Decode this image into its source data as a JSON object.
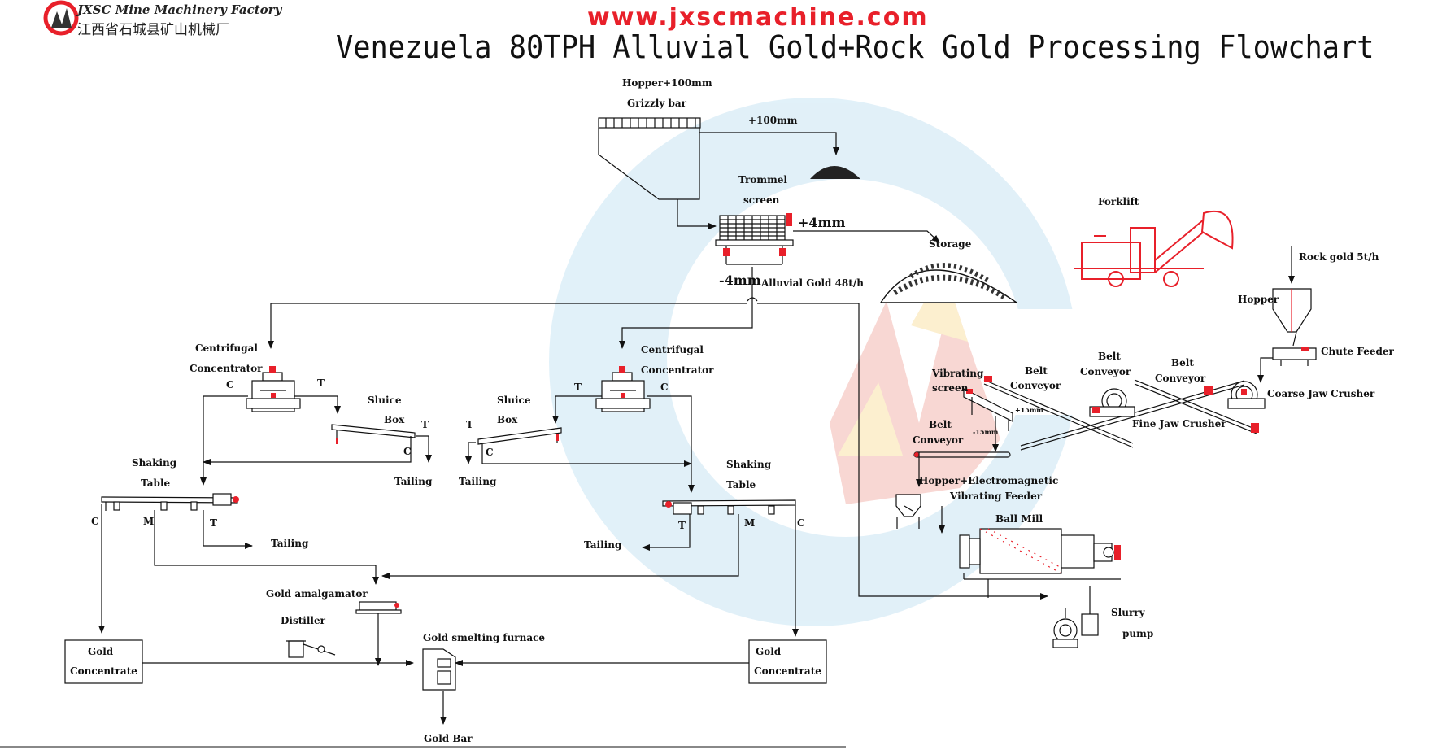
{
  "header": {
    "url": "www.jxscmachine.com",
    "title": "Venezuela 80TPH Alluvial Gold+Rock Gold Processing Flowchart",
    "logo_en": "JXSC Mine Machinery Factory",
    "logo_cn": "江西省石城县矿山机械厂"
  },
  "labels": {
    "hopper_grizzly_1": "Hopper+100mm",
    "hopper_grizzly_2": "Grizzly bar",
    "plus100": "+100mm",
    "trommel_1": "Trommel",
    "trommel_2": "screen",
    "plus4": "+4mm",
    "minus4": "-4mm",
    "alluvial": "Alluvial Gold 48t/h",
    "storage": "Storage",
    "forklift": "Forklift",
    "rock_gold": "Rock gold 5t/h",
    "hopper_right": "Hopper",
    "chute_feeder": "Chute Feeder",
    "coarse_jaw": "Coarse Jaw Crusher",
    "belt_conv_1a": "Belt",
    "belt_conv_1b": "Conveyor",
    "belt_conv_2a": "Belt",
    "belt_conv_2b": "Conveyor",
    "belt_conv_3a": "Belt",
    "belt_conv_3b": "Conveyor",
    "belt_conv_4a": "Belt",
    "belt_conv_4b": "Conveyor",
    "fine_jaw": "Fine Jaw Crusher",
    "vib_screen_1": "Vibrating",
    "vib_screen_2": "screen",
    "minus15": "-15mm",
    "plus15": "+15mm",
    "hopper_em_1": "Hopper+Electromagnetic",
    "hopper_em_2": "Vibrating Feeder",
    "ball_mill": "Ball Mill",
    "slurry_1": "Slurry",
    "slurry_2": "pump",
    "cent_l_1": "Centrifugal",
    "cent_l_2": "Concentrator",
    "cent_r_1": "Centrifugal",
    "cent_r_2": "Concentrator",
    "sluice_l_1": "Sluice",
    "sluice_l_2": "Box",
    "sluice_r_1": "Sluice",
    "sluice_r_2": "Box",
    "shake_l_1": "Shaking",
    "shake_l_2": "Table",
    "shake_r_1": "Shaking",
    "shake_r_2": "Table",
    "tailing_1": "Tailing",
    "tailing_2": "Tailing",
    "tailing_3": "Tailing",
    "tailing_4": "Tailing",
    "amalgamator": "Gold amalgamator",
    "distiller": "Distiller",
    "smelting": "Gold smelting furnace",
    "gold_bar": "Gold Bar",
    "gold_conc_l_1": "Gold",
    "gold_conc_l_2": "Concentrate",
    "gold_conc_r_1": "Gold",
    "gold_conc_r_2": "Concentrate",
    "c1": "C",
    "t1": "T",
    "t2": "T",
    "c2": "C",
    "t3": "T",
    "c3": "C",
    "c4": "C",
    "t4": "T",
    "c5": "C",
    "m1": "M",
    "t5": "T",
    "t6": "T",
    "m2": "M",
    "c6": "C"
  },
  "colors": {
    "ink": "#111111",
    "red": "#e8202a",
    "watermark_blue": "#bfe0f2",
    "watermark_red": "#f7c0bb",
    "watermark_yellow": "#fbe7b0"
  }
}
